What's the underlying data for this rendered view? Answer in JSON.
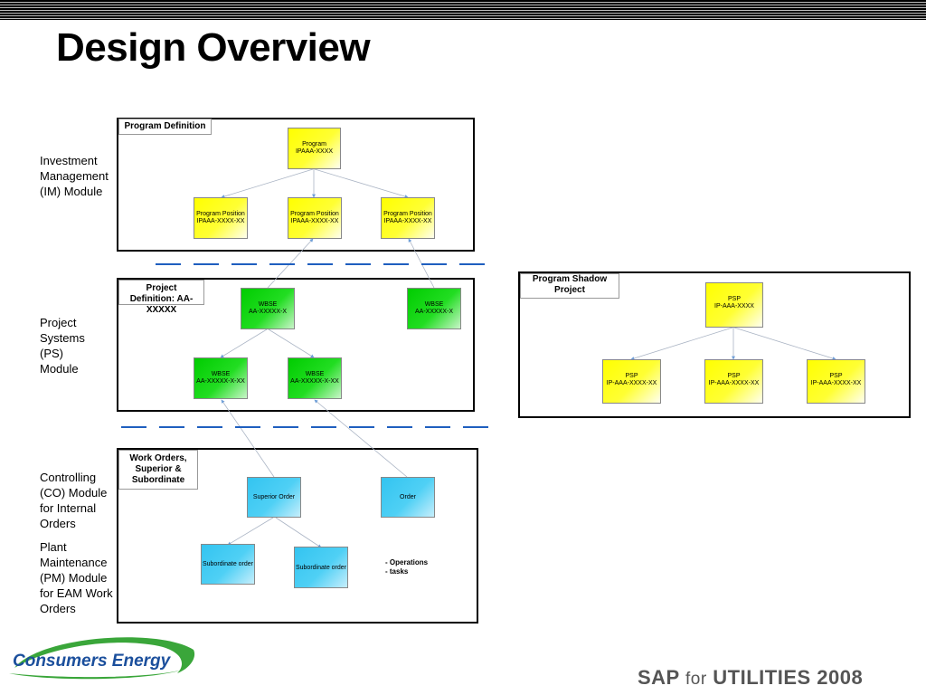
{
  "title": "Design Overview",
  "side_labels": [
    "Investment Management (IM) Module",
    "Project Systems (PS) Module",
    "Controlling (CO) Module for Internal Orders",
    "Plant Maintenance (PM) Module for EAM Work Orders"
  ],
  "panels": {
    "program_definition": {
      "tag": "Program Definition"
    },
    "project_definition": {
      "tag": "Project Definition: AA-XXXXX"
    },
    "work_orders": {
      "tag": "Work Orders, Superior & Subordinate"
    },
    "program_shadow": {
      "tag": "Program Shadow Project"
    }
  },
  "nodes": {
    "program": {
      "label": "Program",
      "code": "IPAAA-XXXX"
    },
    "program_positions": [
      {
        "label": "Program Position",
        "code": "IPAAA-XXXX-XX"
      },
      {
        "label": "Program Position",
        "code": "IPAAA-XXXX-XX"
      },
      {
        "label": "Program Position",
        "code": "IPAAA-XXXX-XX"
      }
    ],
    "wbse_top": [
      {
        "label": "WBSE",
        "code": "AA-XXXXX-X"
      },
      {
        "label": "WBSE",
        "code": "AA-XXXXX-X"
      }
    ],
    "wbse_sub": [
      {
        "label": "WBSE",
        "code": "AA-XXXXX-X-XX"
      },
      {
        "label": "WBSE",
        "code": "AA-XXXXX-X-XX"
      }
    ],
    "superior_order": {
      "label": "Superior Order"
    },
    "order": {
      "label": "Order"
    },
    "subordinate_orders": [
      {
        "label": "Subordinate order"
      },
      {
        "label": "Subordinate order"
      }
    ],
    "psp_top": {
      "label": "PSP",
      "code": "IP-AAA-XXXX"
    },
    "psp_children": [
      {
        "label": "PSP",
        "code": "IP-AAA-XXXX-XX"
      },
      {
        "label": "PSP",
        "code": "IP-AAA-XXXX-XX"
      },
      {
        "label": "PSP",
        "code": "IP-AAA-XXXX-XX"
      }
    ]
  },
  "operations": [
    "-  Operations",
    "-  tasks"
  ],
  "logos": {
    "left": "Consumers Energy",
    "right_sap": "SAP",
    "right_for": "for",
    "right_tail": "UTILITIES 2008"
  },
  "colors": {
    "program_yellow": "#ffff00",
    "wbse_green": "#00cc00",
    "order_blue": "#33c4f0",
    "divider_blue": "#1f5fbf",
    "connector": "#6f9fd8",
    "consumers_green": "#3aa63a",
    "consumers_blue": "#1b4f9c"
  }
}
